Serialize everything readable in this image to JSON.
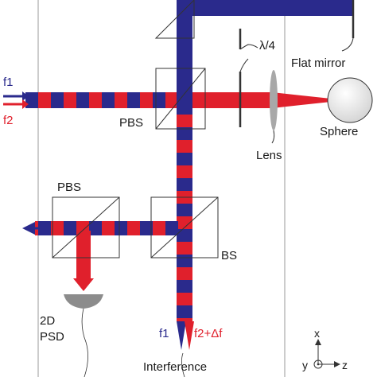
{
  "labels": {
    "f1_in": "f1",
    "f2_in": "f2",
    "lambda": "λ/4",
    "flat_mirror": "Flat mirror",
    "pbs_main": "PBS",
    "sphere": "Sphere",
    "lens": "Lens",
    "pbs_lower": "PBS",
    "bs": "BS",
    "psd_line1": "2D",
    "psd_line2": "PSD",
    "f1_out": "f1",
    "f2_out": "f2+Δf",
    "interference": "Interference",
    "axis_x": "x",
    "axis_y": "y",
    "axis_z": "z"
  },
  "colors": {
    "f1_blue": "#2a2a8c",
    "f2_red": "#e0202c",
    "optic_line": "#333333",
    "frame_line": "#9a9a9a",
    "lens_gray": "#a8a8a8",
    "psd_gray": "#8c8c8c"
  },
  "icons": [
    "arrow-in-icon",
    "arrow-out-icon",
    "sphere-icon",
    "lens-icon",
    "psd-icon",
    "axis-icon"
  ]
}
